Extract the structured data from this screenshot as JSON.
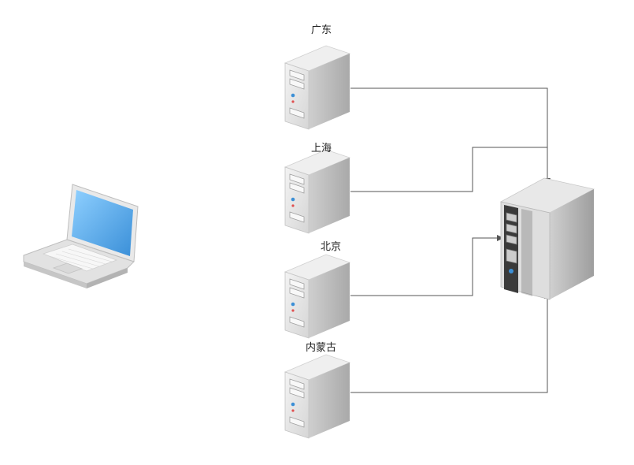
{
  "diagram": {
    "client": {
      "name": "laptop-icon"
    },
    "servers": [
      {
        "label": "广东"
      },
      {
        "label": "上海"
      },
      {
        "label": "北京"
      },
      {
        "label": "内蒙古"
      }
    ],
    "target": {
      "name": "central-server-icon"
    }
  },
  "colors": {
    "connector": "#555555",
    "server_body": "#e4e4e4",
    "server_shadow": "#bdbdbd",
    "laptop_screen": "#5aa8e6",
    "accent_blue": "#3b8fd6",
    "accent_red": "#e05050"
  }
}
